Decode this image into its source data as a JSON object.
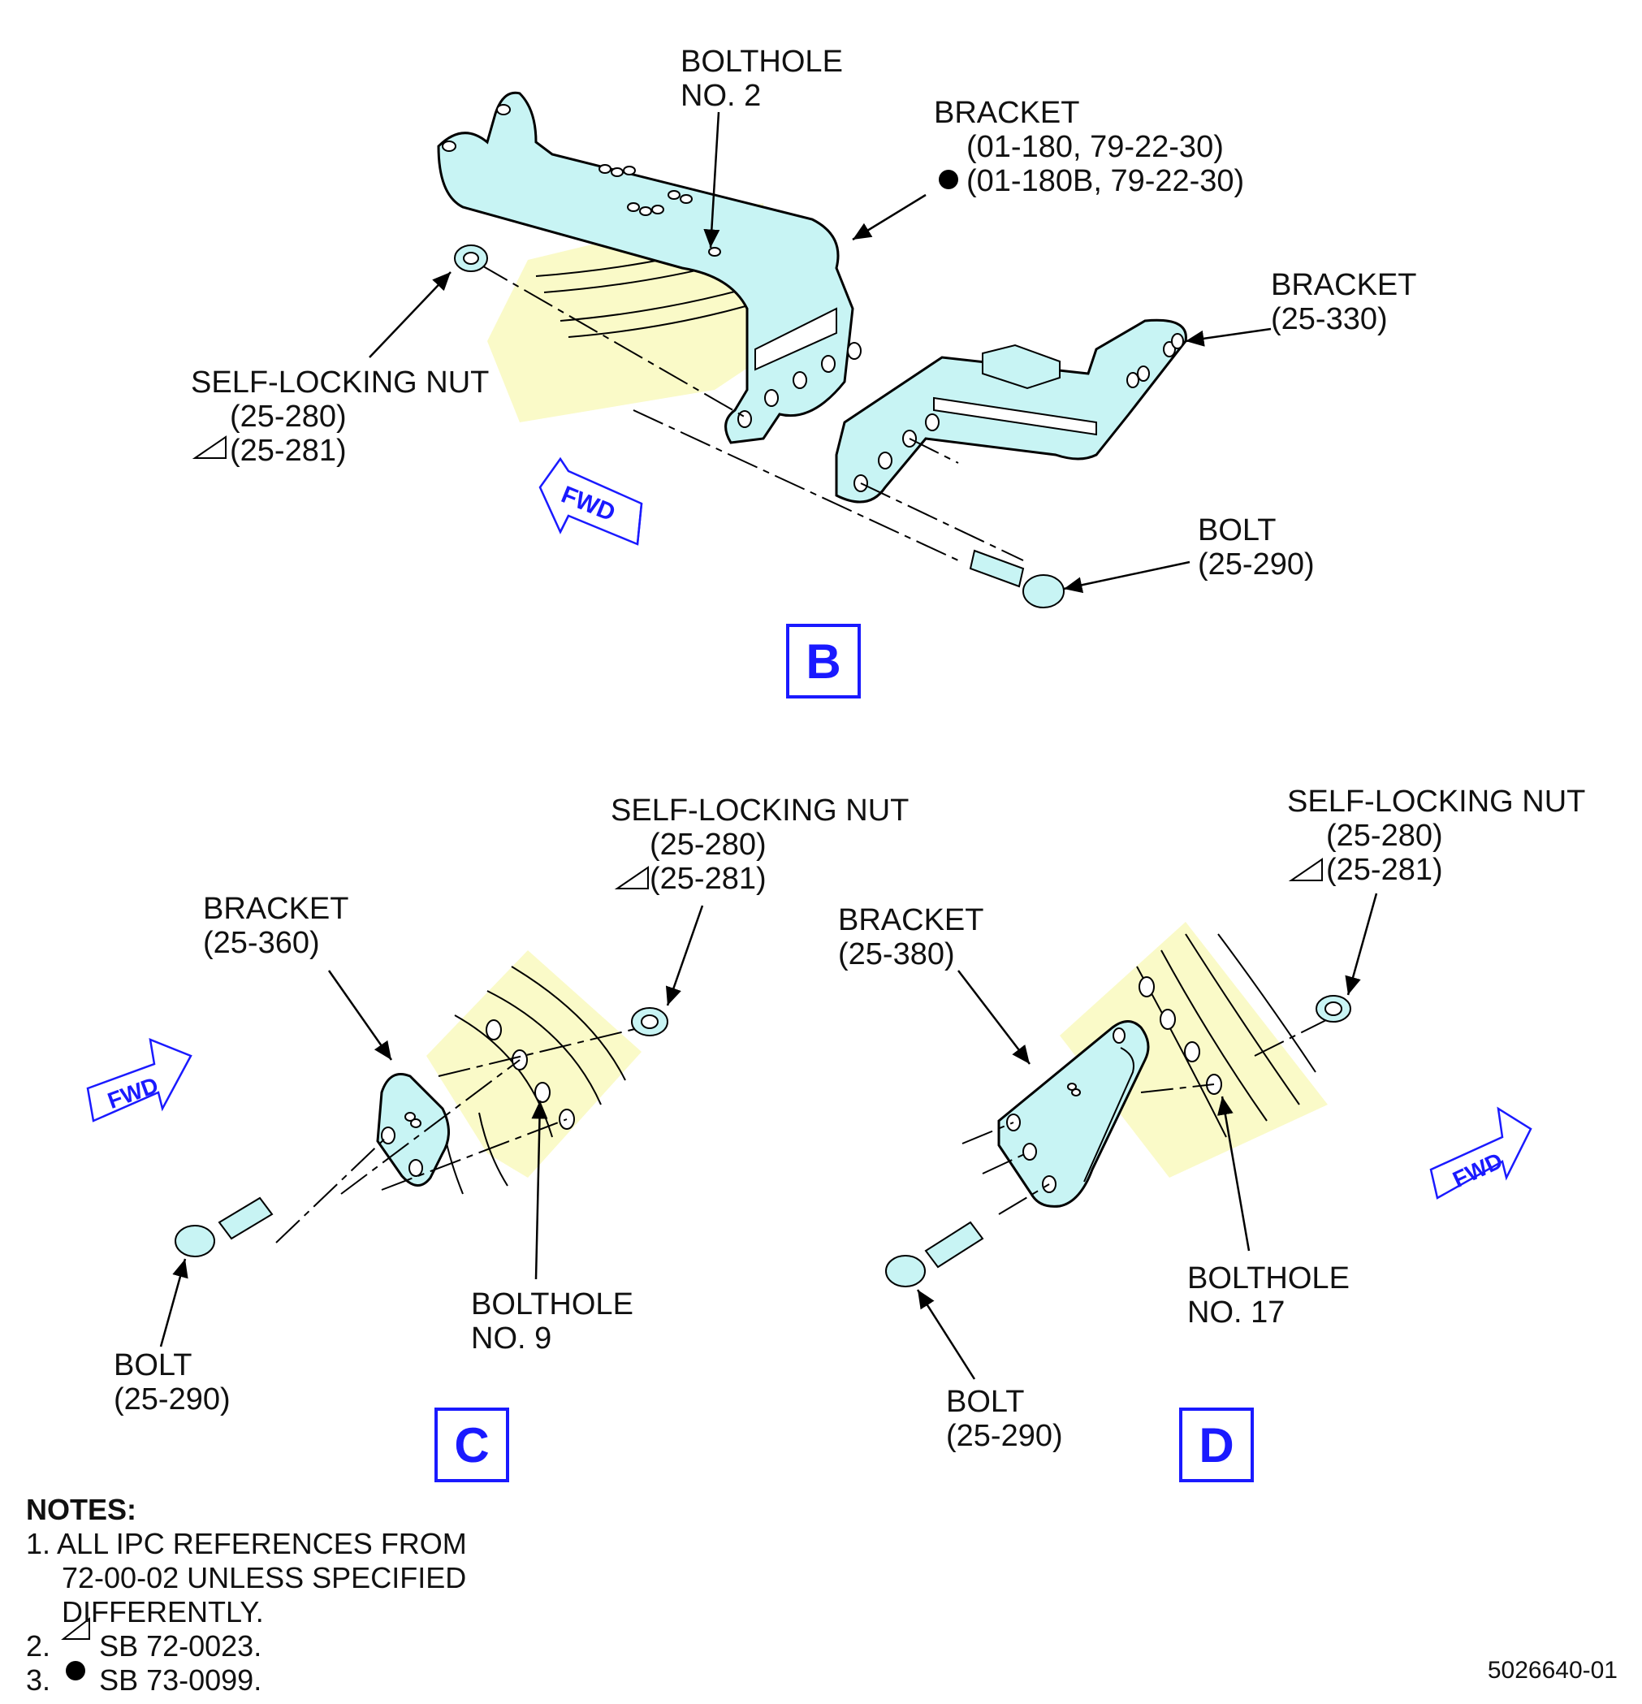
{
  "views": {
    "b": {
      "label": "B",
      "bolthole": [
        "BOLTHOLE",
        "NO. 2"
      ],
      "bracket_main": [
        "BRACKET",
        "(01-180, 79-22-30)",
        "(01-180B, 79-22-30)"
      ],
      "bracket_right": [
        "BRACKET",
        "(25-330)"
      ],
      "nut": [
        "SELF-LOCKING NUT",
        "(25-280)",
        "(25-281)"
      ],
      "bolt": [
        "BOLT",
        "(25-290)"
      ],
      "fwd": "FWD"
    },
    "c": {
      "label": "C",
      "bracket": [
        "BRACKET",
        "(25-360)"
      ],
      "nut": [
        "SELF-LOCKING NUT",
        "(25-280)",
        "(25-281)"
      ],
      "bolt": [
        "BOLT",
        "(25-290)"
      ],
      "bolthole": [
        "BOLTHOLE",
        "NO. 9"
      ],
      "fwd": "FWD"
    },
    "d": {
      "label": "D",
      "bracket": [
        "BRACKET",
        "(25-380)"
      ],
      "nut": [
        "SELF-LOCKING NUT",
        "(25-280)",
        "(25-281)"
      ],
      "bolt": [
        "BOLT",
        "(25-290)"
      ],
      "bolthole": [
        "BOLTHOLE",
        "NO. 17"
      ],
      "fwd": "FWD"
    }
  },
  "notes": {
    "header": "NOTES:",
    "n1_lines": [
      "1. ALL IPC REFERENCES FROM",
      "72-00-02 UNLESS SPECIFIED",
      "DIFFERENTLY."
    ],
    "n2_prefix": "2.",
    "n2_text": "SB 72-0023.",
    "n3_prefix": "3.",
    "n3_text": "SB 73-0099."
  },
  "figure_number": "5026640-01",
  "colors": {
    "part_fill": "#c8f4f4",
    "case_fill": "#fafac8",
    "accent": "#1a1aff",
    "line": "#000000"
  },
  "symbols": {
    "triangle": "sb-72-0023-triangle-icon",
    "dot": "sb-73-0099-dot-icon"
  }
}
